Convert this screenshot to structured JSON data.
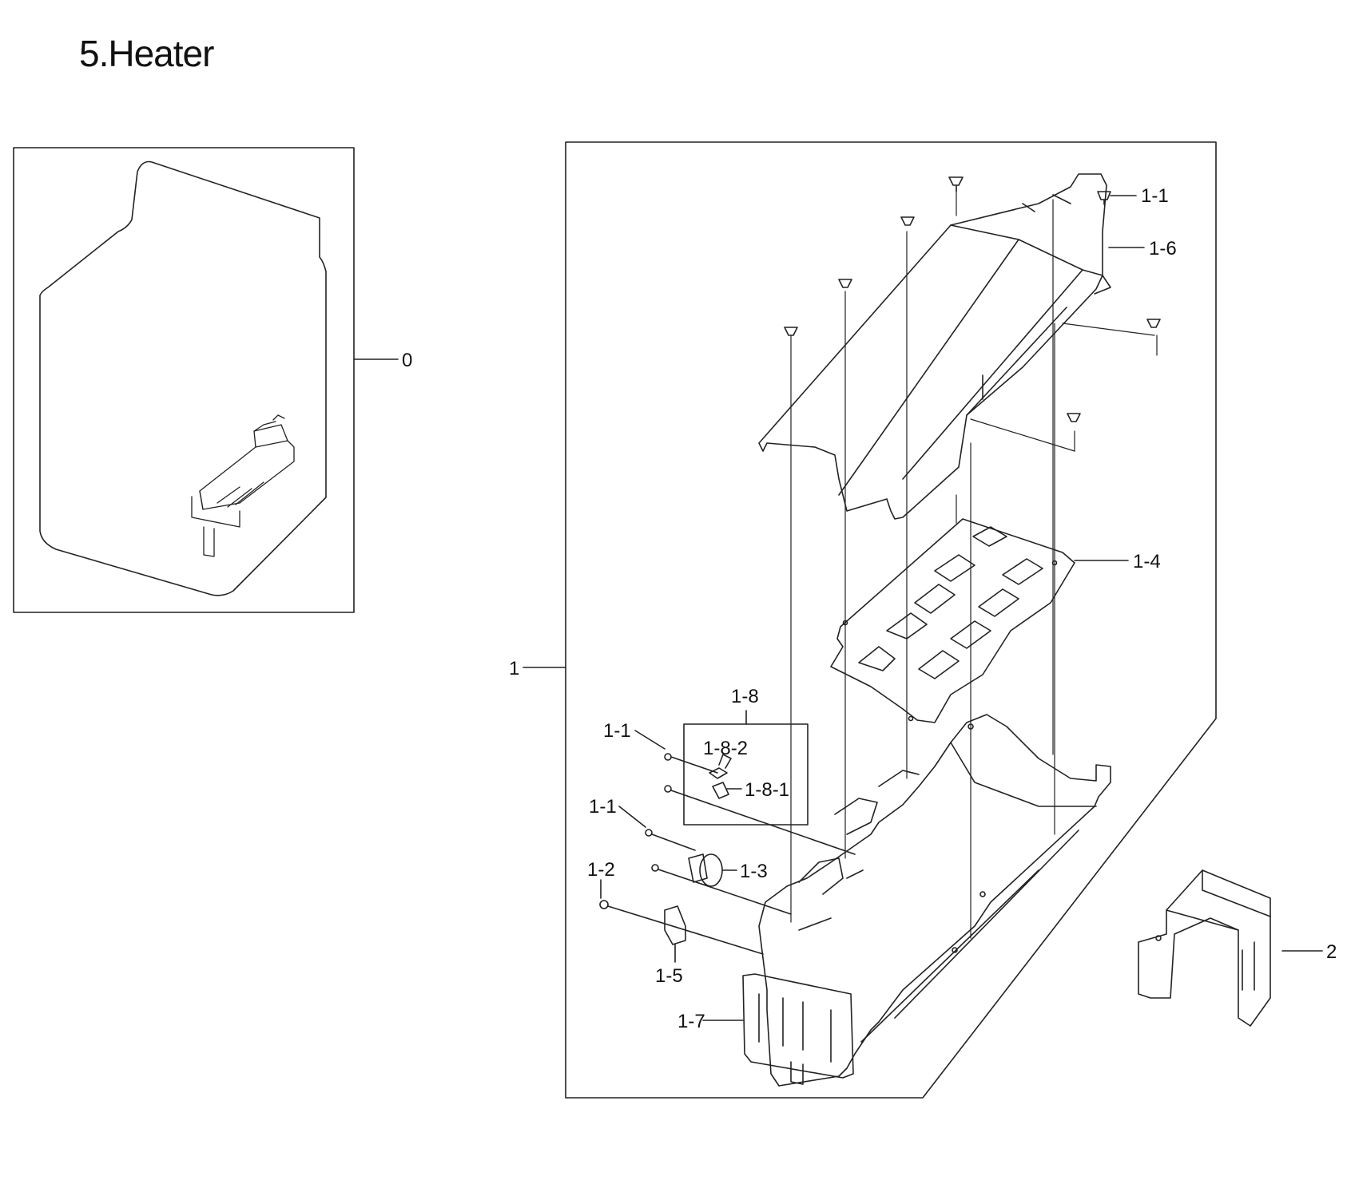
{
  "title": "5.Heater",
  "callouts": {
    "c0": "0",
    "c1": "1",
    "c2": "2",
    "c1_1_top": "1-1",
    "c1_6": "1-6",
    "c1_4": "1-4",
    "c1_8": "1-8",
    "c1_1_a": "1-1",
    "c1_8_2": "1-8-2",
    "c1_8_1": "1-8-1",
    "c1_1_b": "1-1",
    "c1_3": "1-3",
    "c1_2": "1-2",
    "c1_5": "1-5",
    "c1_7": "1-7"
  },
  "icons": [
    "dryer-cabinet-icon",
    "heater-duct-icon",
    "screw-icon",
    "thermostat-icon",
    "bracket-icon"
  ]
}
